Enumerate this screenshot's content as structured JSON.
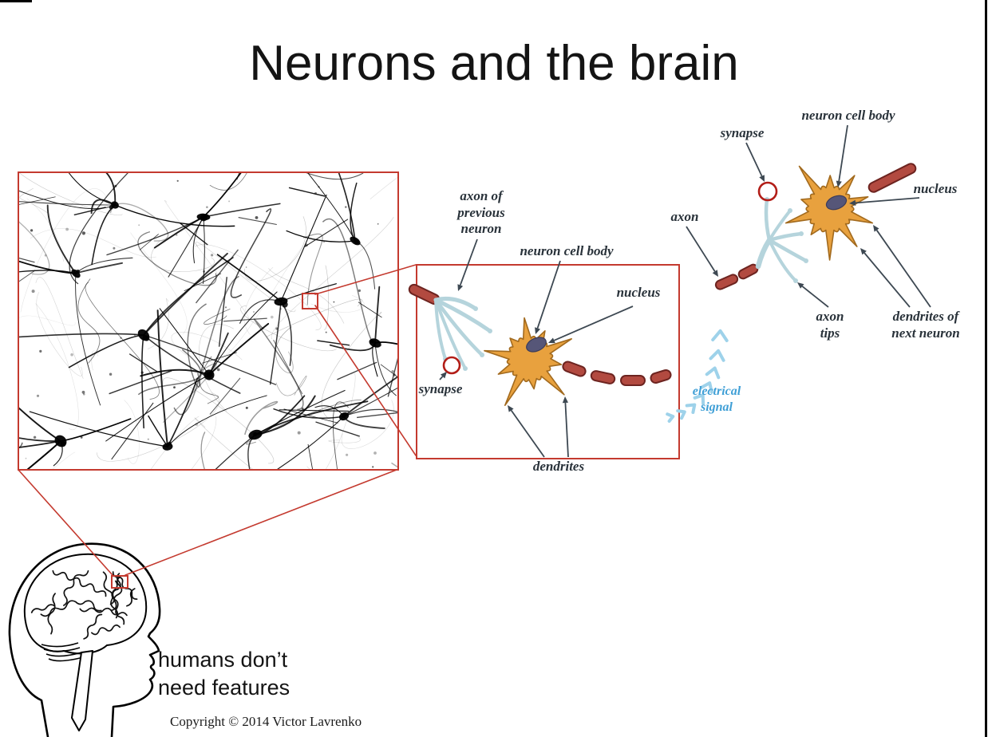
{
  "slide": {
    "title": "Neurons and the brain",
    "caption": "humans don’t\nneed features",
    "copyright": "Copyright © 2014 Victor Lavrenko"
  },
  "middle_diagram": {
    "labels": {
      "axon_of_previous_neuron": "axon of\nprevious\nneuron",
      "neuron_cell_body": "neuron cell body",
      "nucleus": "nucleus",
      "synapse": "synapse",
      "dendrites": "dendrites"
    }
  },
  "right_diagram": {
    "labels": {
      "synapse": "synapse",
      "neuron_cell_body": "neuron cell body",
      "nucleus": "nucleus",
      "axon": "axon",
      "axon_tips": "axon\ntips",
      "dendrites_of_next_neuron": "dendrites of\nnext neuron",
      "electrical_signal": "electrical\nsignal"
    }
  },
  "colors": {
    "frame_red": "#c43a2f",
    "synapse_red": "#b21d17",
    "arrow_gray": "#3d4852",
    "neuron_orange": "#E8A13E",
    "neuron_outline": "#A26A1E",
    "nucleus_fill": "#565678",
    "nucleus_outline": "#3c3c5a",
    "axon_fill": "#b24a40",
    "axon_outline": "#6d2420",
    "terminal_blue": "#b5d4dc",
    "signal_text_blue": "#3f9fd6",
    "signal_arrow_blue": "#9ed2ea",
    "ink": "#111111"
  }
}
